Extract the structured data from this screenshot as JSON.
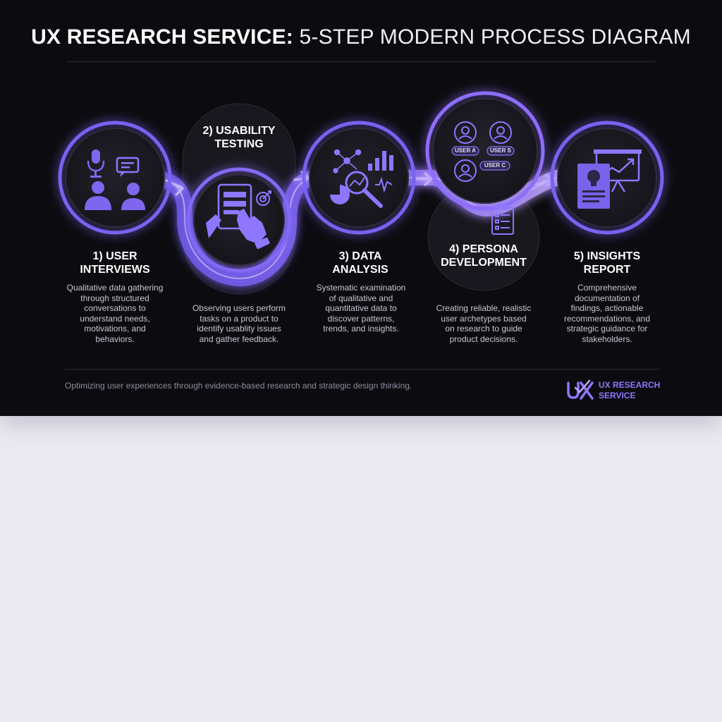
{
  "title": {
    "bold": "UX RESEARCH SERVICE:",
    "rest": "5-STEP MODERN PROCESS DIAGRAM"
  },
  "colors": {
    "background": "#0c0c10",
    "accent": "#8b6cff",
    "accent_light": "#b49cff",
    "text": "#ffffff",
    "muted": "#c9c7d4",
    "page": "#eceaf1"
  },
  "steps": [
    {
      "title_lines": [
        "1) USER",
        "INTERVIEWS"
      ],
      "desc_lines": [
        "Qualitative data gathering",
        "through structured",
        "conversations to",
        "understand needs,",
        "motivations, and",
        "behaviors."
      ],
      "icons": [
        "microphone-icon",
        "chat-bubble-icon",
        "users-icon"
      ]
    },
    {
      "title_lines": [
        "2) USABILITY",
        "TESTING"
      ],
      "desc_lines": [
        "Observing users perform",
        "tasks on a product to",
        "identify usablity issues",
        "and gather feedback."
      ],
      "icons": [
        "tablet-icon",
        "pointing-hand-icon",
        "target-icon"
      ]
    },
    {
      "title_lines": [
        "3) DATA",
        "ANALYSIS"
      ],
      "desc_lines": [
        "Systematic examination",
        "of qualitative and",
        "quantitative data to",
        "discover patterns,",
        "trends, and insights."
      ],
      "icons": [
        "network-icon",
        "bar-chart-icon",
        "magnifier-icon",
        "pie-chart-icon",
        "pulse-icon"
      ]
    },
    {
      "title_lines": [
        "4) PERSONA",
        "DEVELOPMENT"
      ],
      "desc_lines": [
        "Creating reliable, realistic",
        "user archetypes based",
        "on research to guide",
        "product decisions."
      ],
      "icons": [
        "persona-avatar-icon",
        "clipboard-checklist-icon"
      ],
      "persona_labels": [
        "USER A",
        "USER S",
        "USER C"
      ]
    },
    {
      "title_lines": [
        "5) INSIGHTS",
        "REPORT"
      ],
      "desc_lines": [
        "Comprehensive",
        "documentation of",
        "findings, actionable",
        "recommendations, and",
        "strategic guidance for",
        "stakeholders."
      ],
      "icons": [
        "report-document-icon",
        "lightbulb-icon",
        "presentation-chart-icon"
      ]
    }
  ],
  "footer": {
    "text": "Optimizing user experiences through evidence-based research and strategic design thinking.",
    "brand_lines": [
      "UX RESEARCH",
      "SERVICE"
    ],
    "logo_icon": "ux-logo-icon"
  }
}
